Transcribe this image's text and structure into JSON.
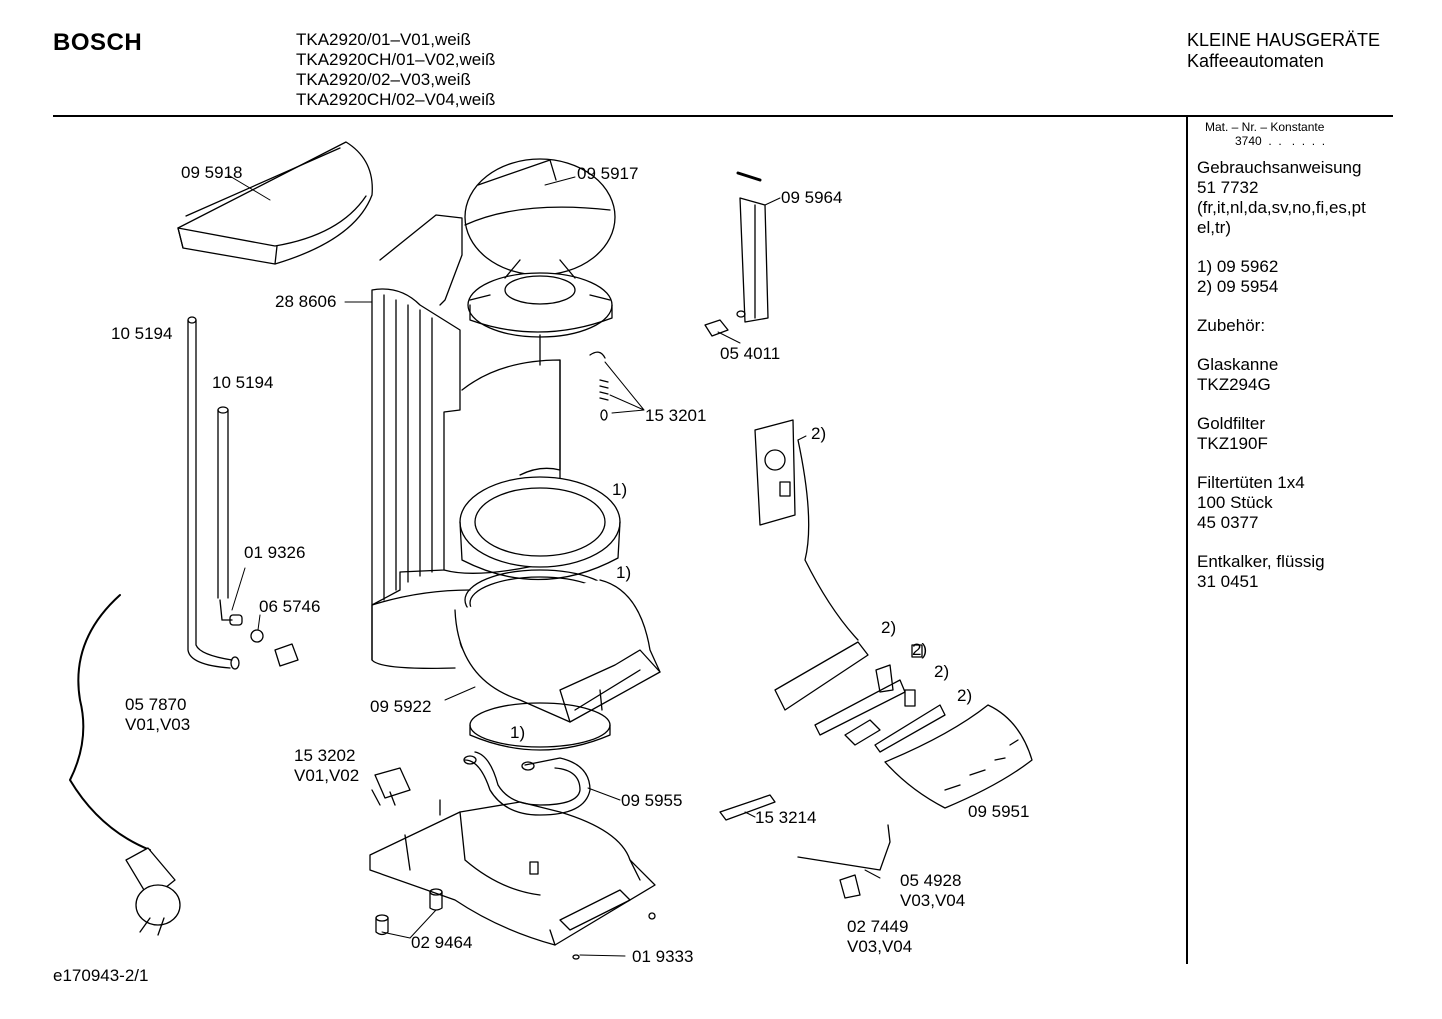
{
  "header": {
    "brand": "BOSCH",
    "models": [
      "TKA2920/01–V01,weiß",
      "TKA2920CH/01–V02,weiß",
      "TKA2920/02–V03,weiß",
      "TKA2920CH/02–V04,weiß"
    ],
    "category": "KLEINE HAUSGERÄTE",
    "subcategory": "Kaffeeautomaten"
  },
  "sidebar": {
    "konstante_label": "Mat. – Nr. – Konstante",
    "konstante_value": "3740  .  .   .  .  .  .",
    "blocks": [
      "Gebrauchsanweisung\n51 7732\n(fr,it,nl,da,sv,no,fi,es,pt\nel,tr)",
      "1) 09 5962\n2) 09 5954",
      "Zubehör:",
      "Glaskanne\nTKZ294G",
      "Goldfilter\nTKZ190F",
      "Filtertüten 1x4\n100 Stück\n45 0377",
      "Entkalker, flüssig\n31 0451"
    ]
  },
  "parts": [
    "09 5918",
    "09 5917",
    "09 5964",
    "28 8606",
    "10 5194",
    "10 5194",
    "05 4011",
    "15 3201",
    "2)",
    "1)",
    "1)",
    "01 9326",
    "06 5746",
    "2)",
    "2)",
    "2)",
    "2)",
    "05 7870\nV01,V03",
    "09 5922",
    "1)",
    "15 3202\nV01,V02",
    "09 5955",
    "15 3214",
    "09 5951",
    "05 4928\nV03,V04",
    "02 7449\nV03,V04",
    "02 9464",
    "01 9333"
  ],
  "footer": {
    "drawing_id": "e170943-2/1"
  }
}
